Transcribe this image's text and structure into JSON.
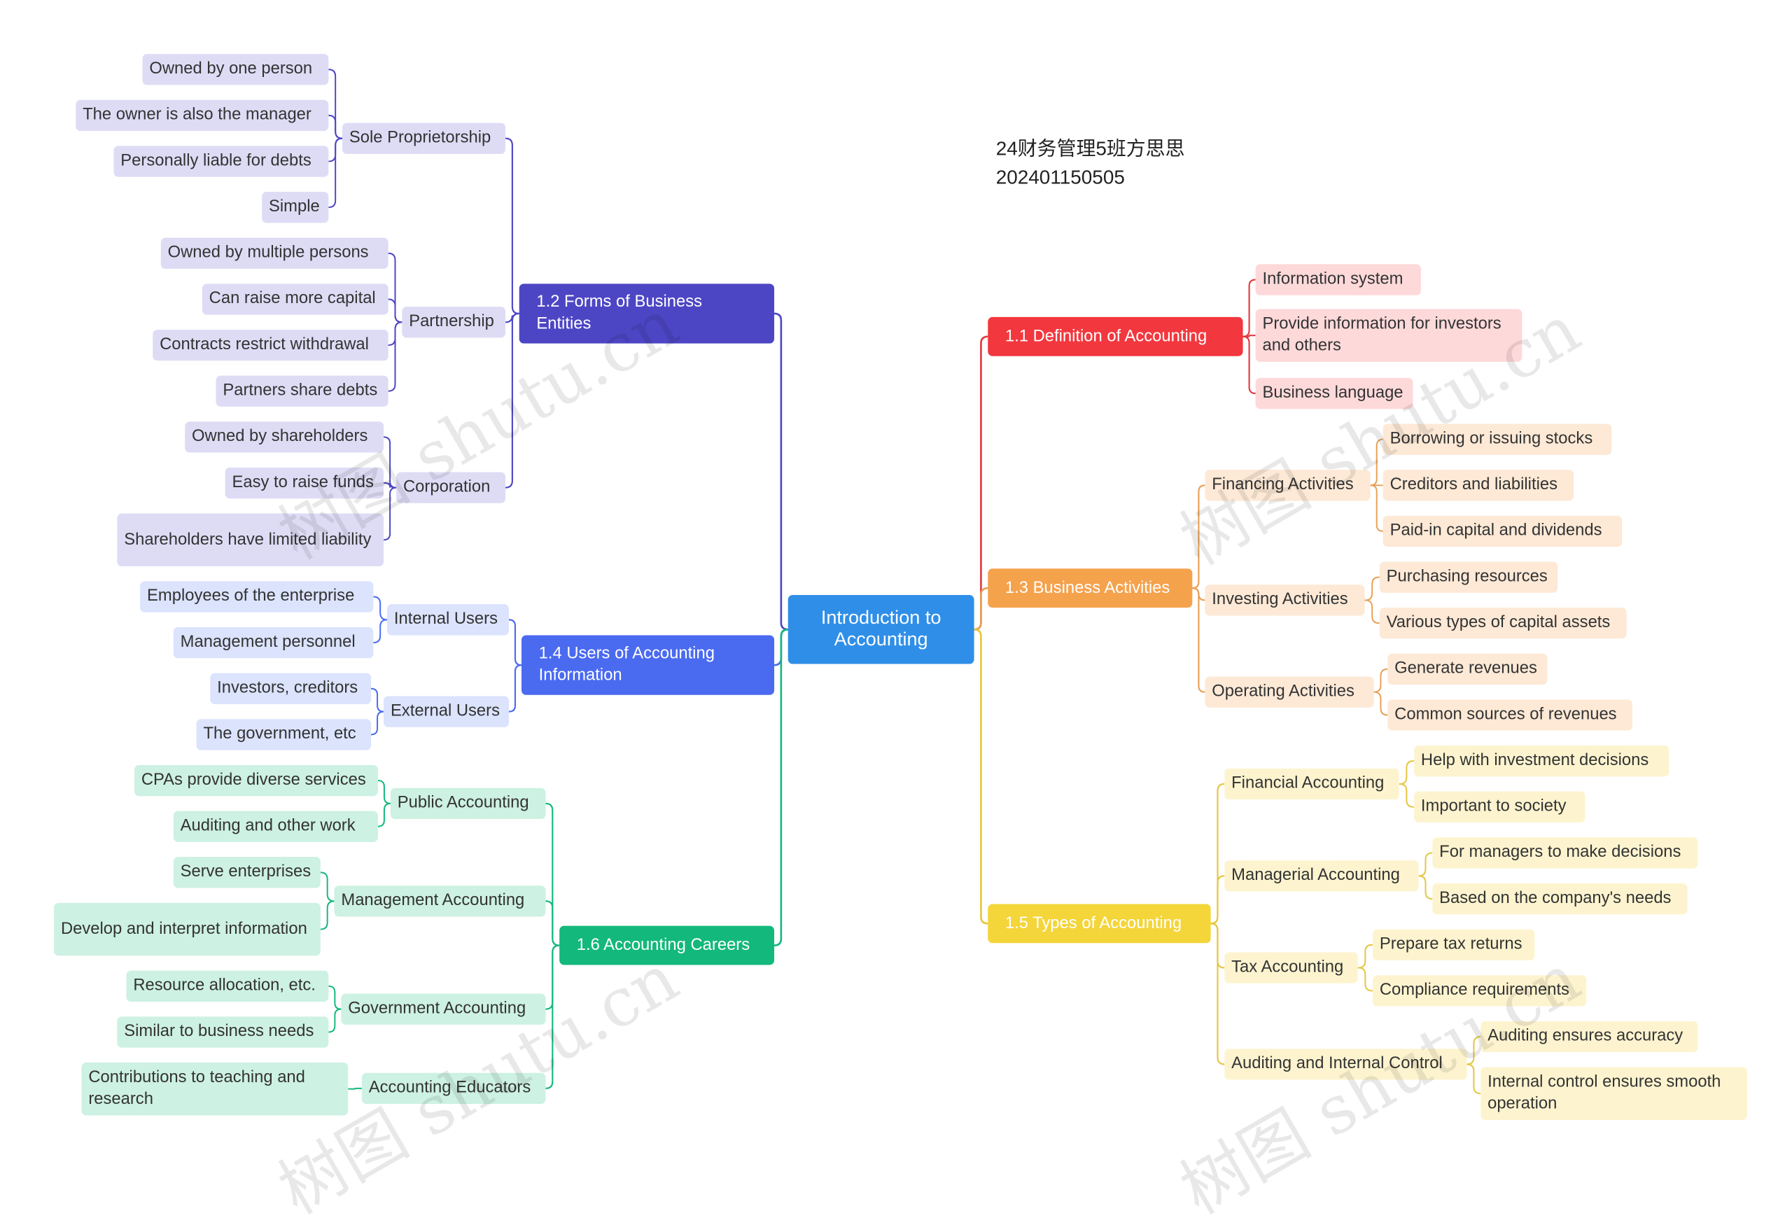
{
  "note": "24财务管理5班方思思\n202401150505",
  "watermark": "树图 shutu.cn",
  "colors": {
    "blue": "#2f8fe8",
    "purple_branch": "#4d46c4",
    "purple_leaf": "#dedcf5",
    "purple_line": "#4d46c4",
    "indigo_branch": "#4a6af0",
    "indigo_leaf": "#dbe3fd",
    "indigo_line": "#4a6af0",
    "green_branch": "#13b87c",
    "green_leaf": "#cdf1e2",
    "green_line": "#13b87c",
    "red_branch": "#f2373e",
    "red_leaf": "#fed9da",
    "red_line": "#e23a3f",
    "orange_branch": "#f5a24d",
    "orange_leaf": "#fde9d6",
    "orange_line": "#e8a055",
    "yellow_branch": "#f4d53a",
    "yellow_leaf": "#fdf4cf",
    "yellow_line": "#e4c63d",
    "text_dark": "#333333"
  },
  "mindmap": {
    "root": "Introduction to Accounting",
    "left": [
      {
        "label": "1.2 Forms of Business Entities",
        "children": [
          {
            "label": "Sole Proprietorship",
            "children": [
              "Owned by one person",
              "The owner is also the manager",
              "Personally liable for debts",
              "Simple"
            ]
          },
          {
            "label": "Partnership",
            "children": [
              "Owned by multiple persons",
              "Can raise more capital",
              "Contracts restrict withdrawal",
              "Partners share debts"
            ]
          },
          {
            "label": "Corporation",
            "children": [
              "Owned by shareholders",
              "Easy to raise funds",
              "Shareholders have limited liability"
            ]
          }
        ]
      },
      {
        "label": "1.4 Users of Accounting Information",
        "children": [
          {
            "label": "Internal Users",
            "children": [
              "Employees of the enterprise",
              "Management personnel"
            ]
          },
          {
            "label": "External Users",
            "children": [
              "Investors, creditors",
              "The government, etc"
            ]
          }
        ]
      },
      {
        "label": "1.6 Accounting Careers",
        "children": [
          {
            "label": "Public Accounting",
            "children": [
              "CPAs provide diverse services",
              "Auditing and other work"
            ]
          },
          {
            "label": "Management Accounting",
            "children": [
              "Serve enterprises",
              "Develop and interpret information"
            ]
          },
          {
            "label": "Government Accounting",
            "children": [
              "Resource allocation, etc.",
              "Similar to business needs"
            ]
          },
          {
            "label": "Accounting Educators",
            "children": [
              "Contributions to teaching and research"
            ]
          }
        ]
      }
    ],
    "right": [
      {
        "label": "1.1 Definition of Accounting",
        "children": [
          "Information system",
          "Provide information for investors and others",
          "Business language"
        ]
      },
      {
        "label": "1.3 Business Activities",
        "children": [
          {
            "label": "Financing Activities",
            "children": [
              "Borrowing or issuing stocks",
              "Creditors and liabilities",
              "Paid-in capital and dividends"
            ]
          },
          {
            "label": "Investing Activities",
            "children": [
              "Purchasing resources",
              "Various types of capital assets"
            ]
          },
          {
            "label": "Operating Activities",
            "children": [
              "Generate revenues",
              "Common sources of revenues"
            ]
          }
        ]
      },
      {
        "label": "1.5 Types of Accounting",
        "children": [
          {
            "label": "Financial Accounting",
            "children": [
              "Help with investment decisions",
              "Important to society"
            ]
          },
          {
            "label": "Managerial Accounting",
            "children": [
              "For managers to make decisions",
              "Based on the company's needs"
            ]
          },
          {
            "label": "Tax Accounting",
            "children": [
              "Prepare tax returns",
              "Compliance requirements"
            ]
          },
          {
            "label": "Auditing and Internal Control",
            "children": [
              "Auditing ensures accuracy",
              "Internal control ensures smooth operation"
            ]
          }
        ]
      }
    ]
  }
}
